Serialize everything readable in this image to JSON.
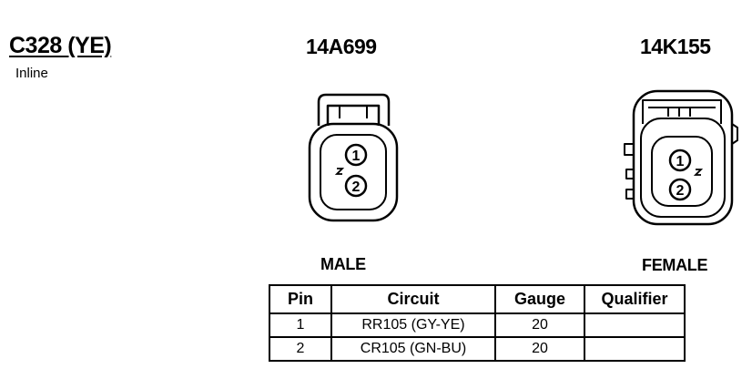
{
  "connector": {
    "id": "C328 (YE)",
    "type": "Inline"
  },
  "male": {
    "part_number": "14A699",
    "label": "MALE",
    "pins": [
      "1",
      "2"
    ]
  },
  "female": {
    "part_number": "14K155",
    "label": "FEMALE",
    "pins": [
      "1",
      "2"
    ]
  },
  "table": {
    "headers": [
      "Pin",
      "Circuit",
      "Gauge",
      "Qualifier"
    ],
    "rows": [
      {
        "pin": "1",
        "circuit": "RR105 (GY-YE)",
        "gauge": "20",
        "qualifier": ""
      },
      {
        "pin": "2",
        "circuit": "CR105 (GN-BU)",
        "gauge": "20",
        "qualifier": ""
      }
    ]
  }
}
